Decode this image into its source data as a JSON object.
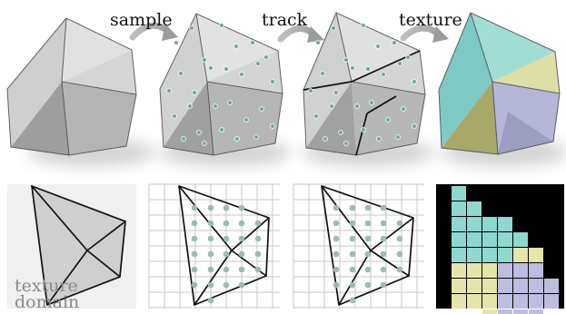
{
  "steps": {
    "sample_label": "sample",
    "track_label": "track",
    "texture_label": "texture"
  },
  "texture_domain_label": {
    "line1": "texture",
    "line2": "domain"
  },
  "palette": {
    "solid_light": "#dcdcdc",
    "solid_mid": "#c9c9c9",
    "solid_dark": "#9f9f9f",
    "texture_teal": "#8ed8d0",
    "texture_yellow": "#e5e5a9",
    "texture_purple": "#bdbde0",
    "texture_olive": "#a9a968",
    "background_black": "#000000"
  },
  "icons": {
    "arrow": "curved-right-arrow"
  }
}
